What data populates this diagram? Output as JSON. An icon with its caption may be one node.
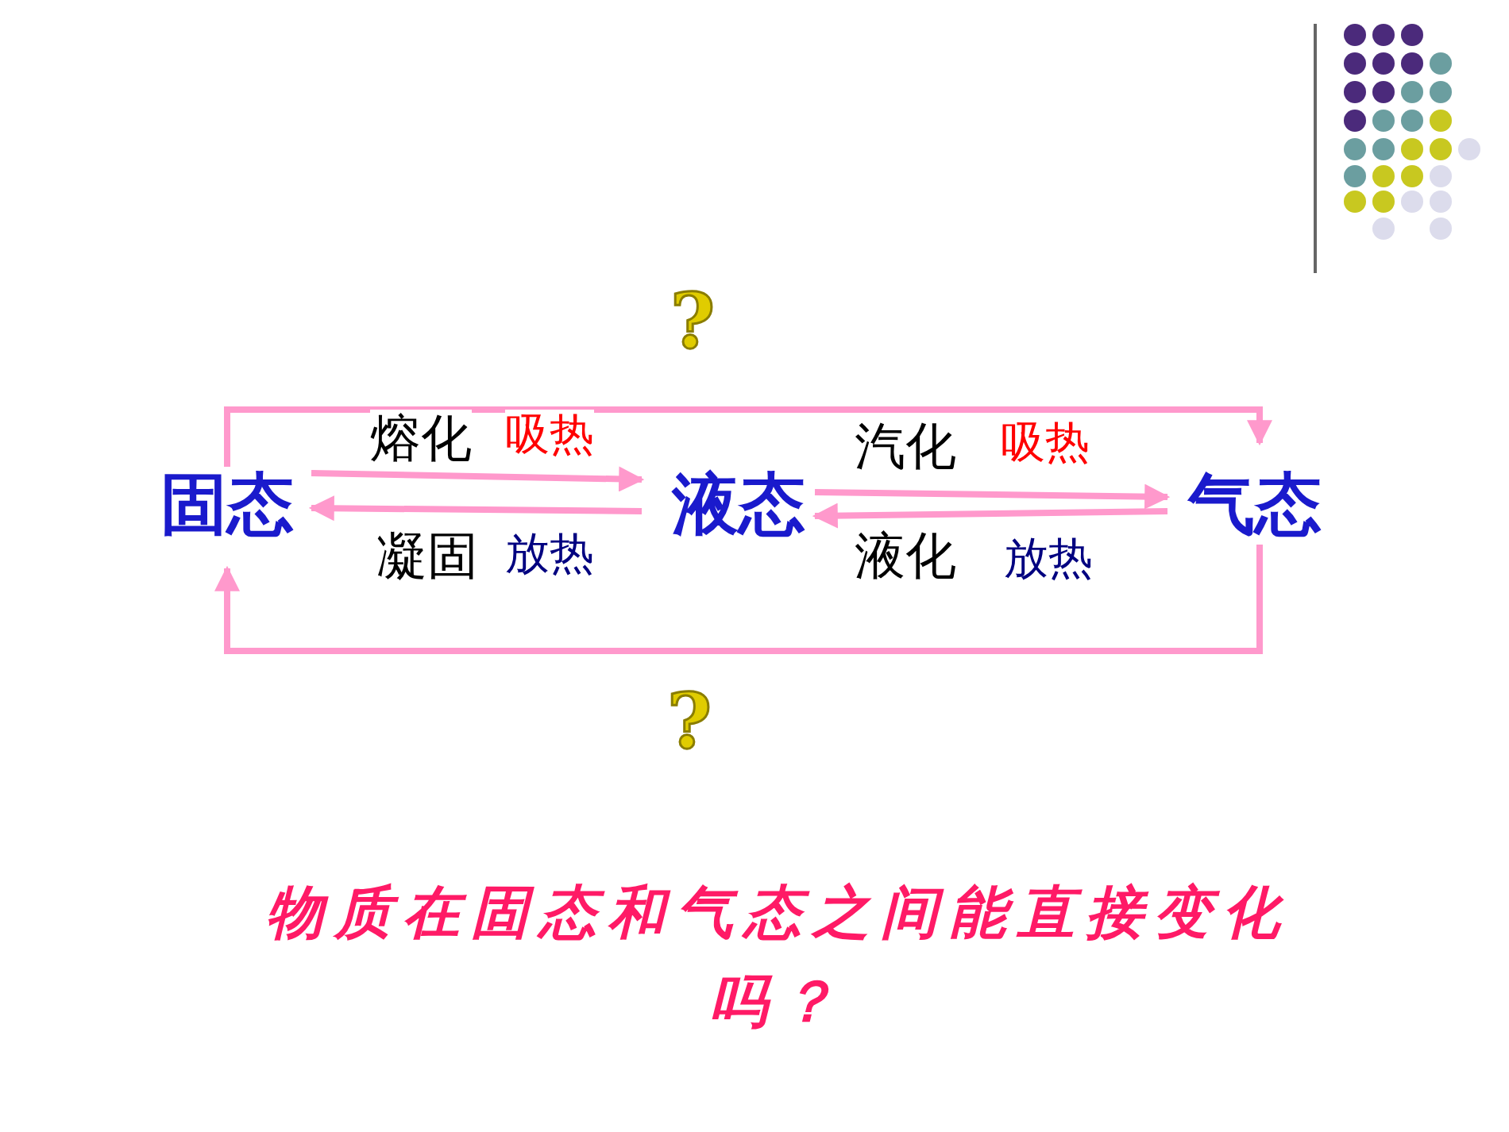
{
  "diagram": {
    "nodes": [
      {
        "text": [
          "固态"
        ]
      },
      {
        "text": [
          "液态"
        ]
      },
      {
        "text": [
          "气态"
        ]
      }
    ],
    "edges": [
      {
        "from": 0,
        "to": 1,
        "arrow": "to",
        "label": "熔化"
      },
      {
        "from": 1,
        "to": 0,
        "arrow": "to",
        "label": "凝固"
      },
      {
        "from": 1,
        "to": 2,
        "arrow": "to",
        "label": "汽化"
      },
      {
        "from": 2,
        "to": 1,
        "arrow": "to",
        "label": "液化"
      },
      {
        "from": 0,
        "to": 2,
        "arrow": "to",
        "label": "?"
      },
      {
        "from": 2,
        "to": 0,
        "arrow": "to",
        "label": "?"
      }
    ],
    "labels": [
      "吸热",
      "放热",
      "吸热",
      "放热"
    ],
    "caption": "物质在固态和气态之间能直接变化吗？"
  }
}
